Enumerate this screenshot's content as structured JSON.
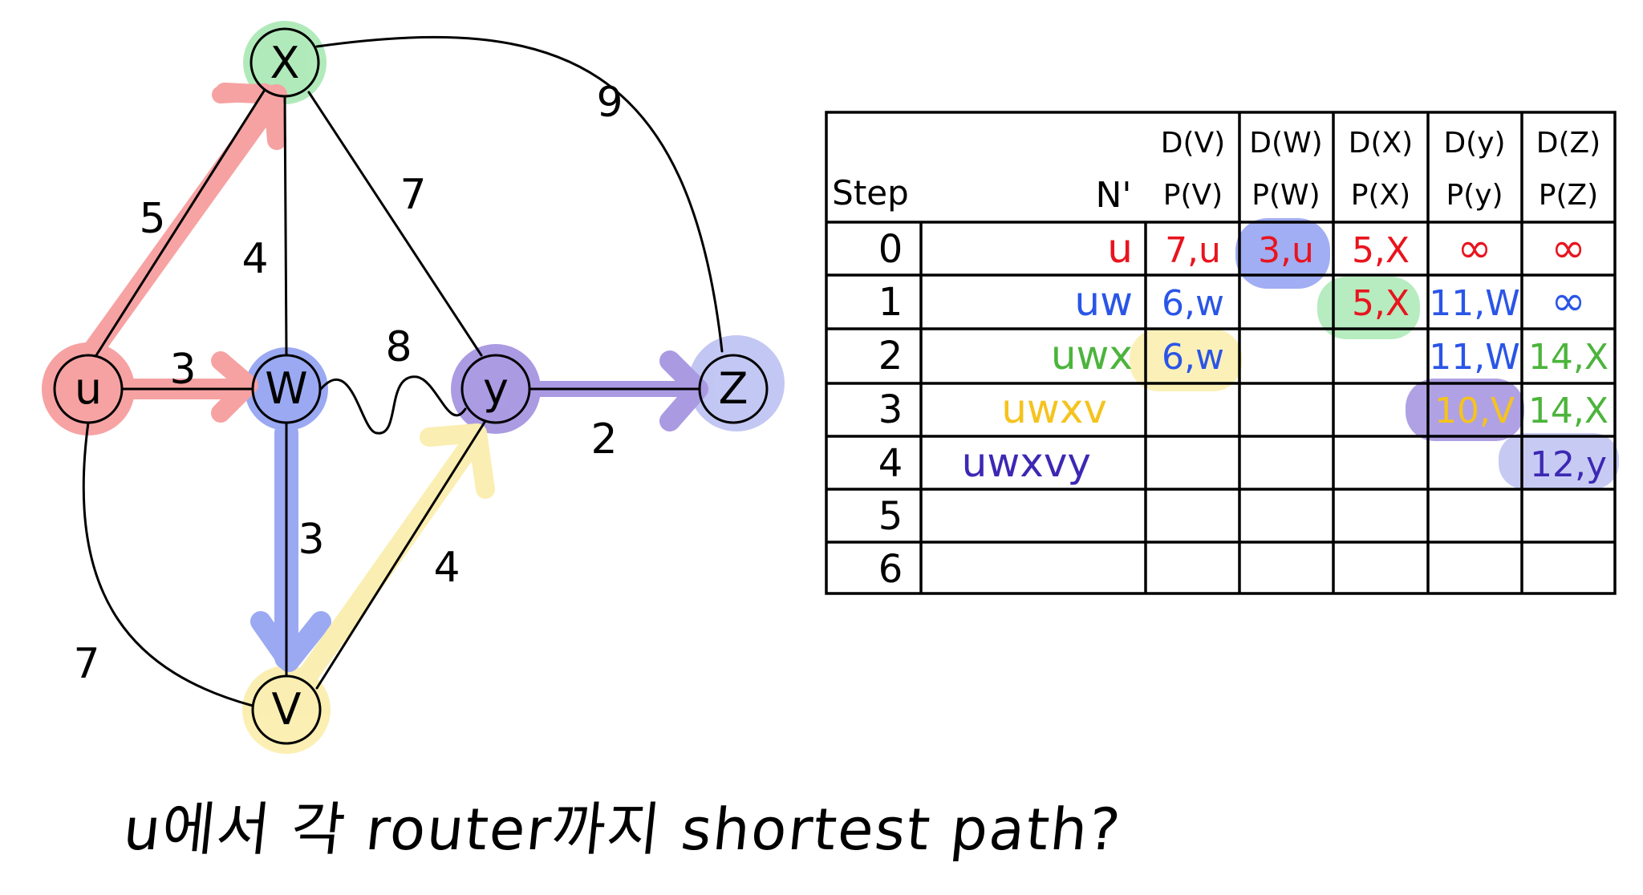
{
  "colors": {
    "step0": "#e8141e",
    "step1": "#2a55e6",
    "step2": "#4cb43c",
    "step3": "#f5c31e",
    "step4": "#3c28b4",
    "hl_red": "#f58c8c",
    "hl_green": "#9ee6aa",
    "hl_blue": "#8294f0",
    "hl_yellow": "#faeba0",
    "hl_purple": "#9682dc",
    "hl_lavender": "#b4b9f0"
  },
  "graph": {
    "nodes": [
      {
        "id": "x",
        "label": "X"
      },
      {
        "id": "u",
        "label": "u"
      },
      {
        "id": "w",
        "label": "W"
      },
      {
        "id": "y",
        "label": "y"
      },
      {
        "id": "z",
        "label": "Z"
      },
      {
        "id": "v",
        "label": "V"
      }
    ],
    "edges": [
      {
        "from": "u",
        "to": "x",
        "weight": "5"
      },
      {
        "from": "x",
        "to": "w",
        "weight": "4"
      },
      {
        "from": "x",
        "to": "y",
        "weight": "7"
      },
      {
        "from": "x",
        "to": "z",
        "weight": "9"
      },
      {
        "from": "u",
        "to": "w",
        "weight": "3"
      },
      {
        "from": "w",
        "to": "y",
        "weight": "8"
      },
      {
        "from": "y",
        "to": "z",
        "weight": "2"
      },
      {
        "from": "w",
        "to": "v",
        "weight": "3"
      },
      {
        "from": "v",
        "to": "y",
        "weight": "4"
      },
      {
        "from": "u",
        "to": "v",
        "weight": "7"
      }
    ]
  },
  "table": {
    "step_header": "Step",
    "nprime_header": "N'",
    "col_headers": [
      {
        "d": "D(V)",
        "p": "P(V)"
      },
      {
        "d": "D(W)",
        "p": "P(W)"
      },
      {
        "d": "D(X)",
        "p": "P(X)"
      },
      {
        "d": "D(y)",
        "p": "P(y)"
      },
      {
        "d": "D(Z)",
        "p": "P(Z)"
      }
    ],
    "rows": [
      {
        "step": "0",
        "nprime": "u",
        "cells": [
          "7,u",
          "3,u",
          "5,X",
          "∞",
          "∞"
        ]
      },
      {
        "step": "1",
        "nprime": "uw",
        "cells": [
          "6,w",
          "",
          "5,X",
          "11,W",
          "∞"
        ]
      },
      {
        "step": "2",
        "nprime": "uwx",
        "cells": [
          "6,w",
          "",
          "",
          "11,W",
          "14,X"
        ]
      },
      {
        "step": "3",
        "nprime": "uwxv",
        "cells": [
          "",
          "",
          "",
          "10,V",
          "14,X"
        ]
      },
      {
        "step": "4",
        "nprime": "uwxvy",
        "cells": [
          "",
          "",
          "",
          "",
          "12,y"
        ]
      },
      {
        "step": "5",
        "nprime": "",
        "cells": [
          "",
          "",
          "",
          "",
          ""
        ]
      },
      {
        "step": "6",
        "nprime": "",
        "cells": [
          "",
          "",
          "",
          "",
          ""
        ]
      }
    ]
  },
  "caption": "u에서 각 router까지 shortest path?"
}
